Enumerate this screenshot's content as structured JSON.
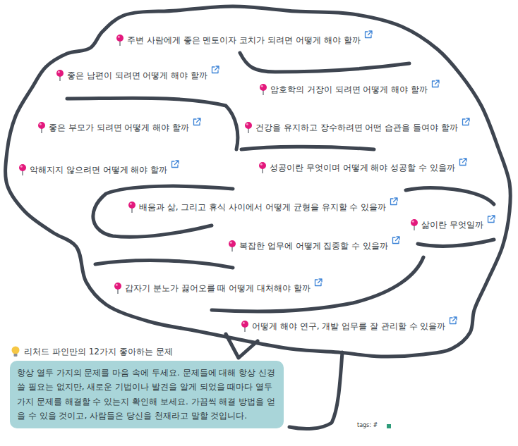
{
  "diagram": {
    "nodes": [
      {
        "text": [
          "주변 사람에게 좋은 멘토이자 코치가 되려면 어떻게 해야 할까",
          "좋은 남편이 되려면 어떻게 해야 할까",
          "암호학의 거장이 되려면 어떻게 해야 할까",
          "좋은 부모가 되려면 어떻게 해야 할까",
          "건강을 유지하고 장수하려면 어떤 습관을 들여야 할까",
          "악해지지 않으려면 어떻게 해야 할까",
          "성공이란 무엇이며 어떻게 해야 성공할 수 있을까",
          "배움과 삶, 그리고 휴식 사이에서 어떻게 균형을 유지할 수 있을까",
          "삶이란 무엇일까",
          "복잡한 업무에 어떻게 집중할 수 있을까",
          "갑자기 분노가 끓어오를 때 어떻게 대처해야 할까",
          "어떻게 해야 연구, 개발 업무를 잘 관리할 수 있을까"
        ]
      },
      {
        "text": [
          "리처드 파인만의 12가지 좋아하는 문제",
          "항상 열두 가지의 문제를 마음 속에 두세요. 문제들에 대해 항상 신경 쓸 필요는 없지만, 새로운 기법이나 발견을 알게 되었을 때마다 열두 가지 문제를 해결할 수 있는지 확인해 보세요. 가끔씩 해결 방법을 얻을 수 있을 것이고, 사람들은 당신을 천재라고 말할 것입니다."
        ]
      }
    ],
    "labels": [
      "tags: #"
    ]
  }
}
